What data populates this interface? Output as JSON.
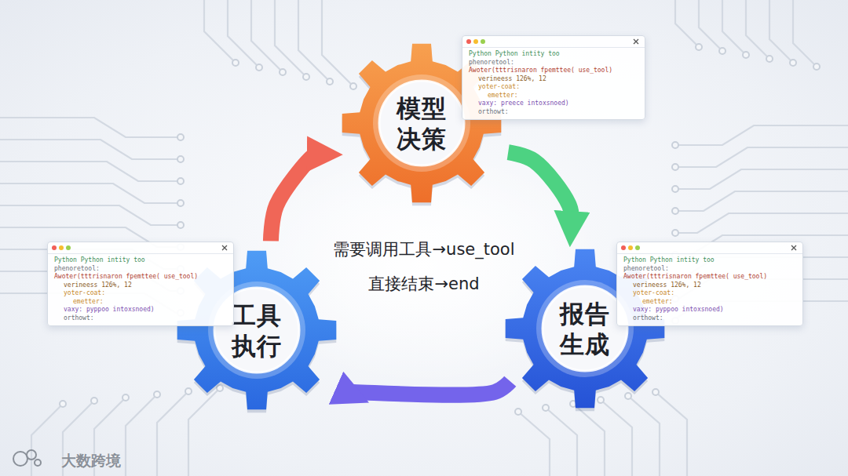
{
  "diagram": {
    "nodes": [
      {
        "text": [
          "模型 决策"
        ]
      },
      {
        "text": [
          "工具 执行"
        ]
      },
      {
        "text": [
          "报告 生成"
        ]
      }
    ],
    "edges": [
      {
        "from": 1,
        "to": 0,
        "arrow": "to"
      },
      {
        "from": 0,
        "to": 2,
        "arrow": "to"
      },
      {
        "from": 2,
        "to": 1,
        "arrow": "to"
      }
    ],
    "labels": [
      "需要调用工具→use_tool",
      "直接结束→end",
      "Python Python intity too",
      "phenoretool:",
      "Awoter(tttrisnaron fpemttee( use_tool)",
      "verineess 126%, 12",
      "yoter-coat:",
      "emetter:",
      "vaxy: preece intoxsnoed)",
      "orthowt:",
      "Python Python intity too",
      "phenoretool:",
      "Awoter(tttrisnaron fpemttee( use_tool)",
      "verineess 126%, 12",
      "yoter-coat:",
      "emetter:",
      "vaxy: pyppoo intoxsnoed)",
      "orthowt:",
      "Python Python intity too",
      "phenoretool:",
      "Awoter(tttrisnaron fpemttee( use_tool)",
      "verineess 126%, 12",
      "yoter-coat:",
      "emetter:",
      "vaxy: pyppoo intoxsnoed)",
      "orthowt:",
      "大数跨境"
    ]
  }
}
